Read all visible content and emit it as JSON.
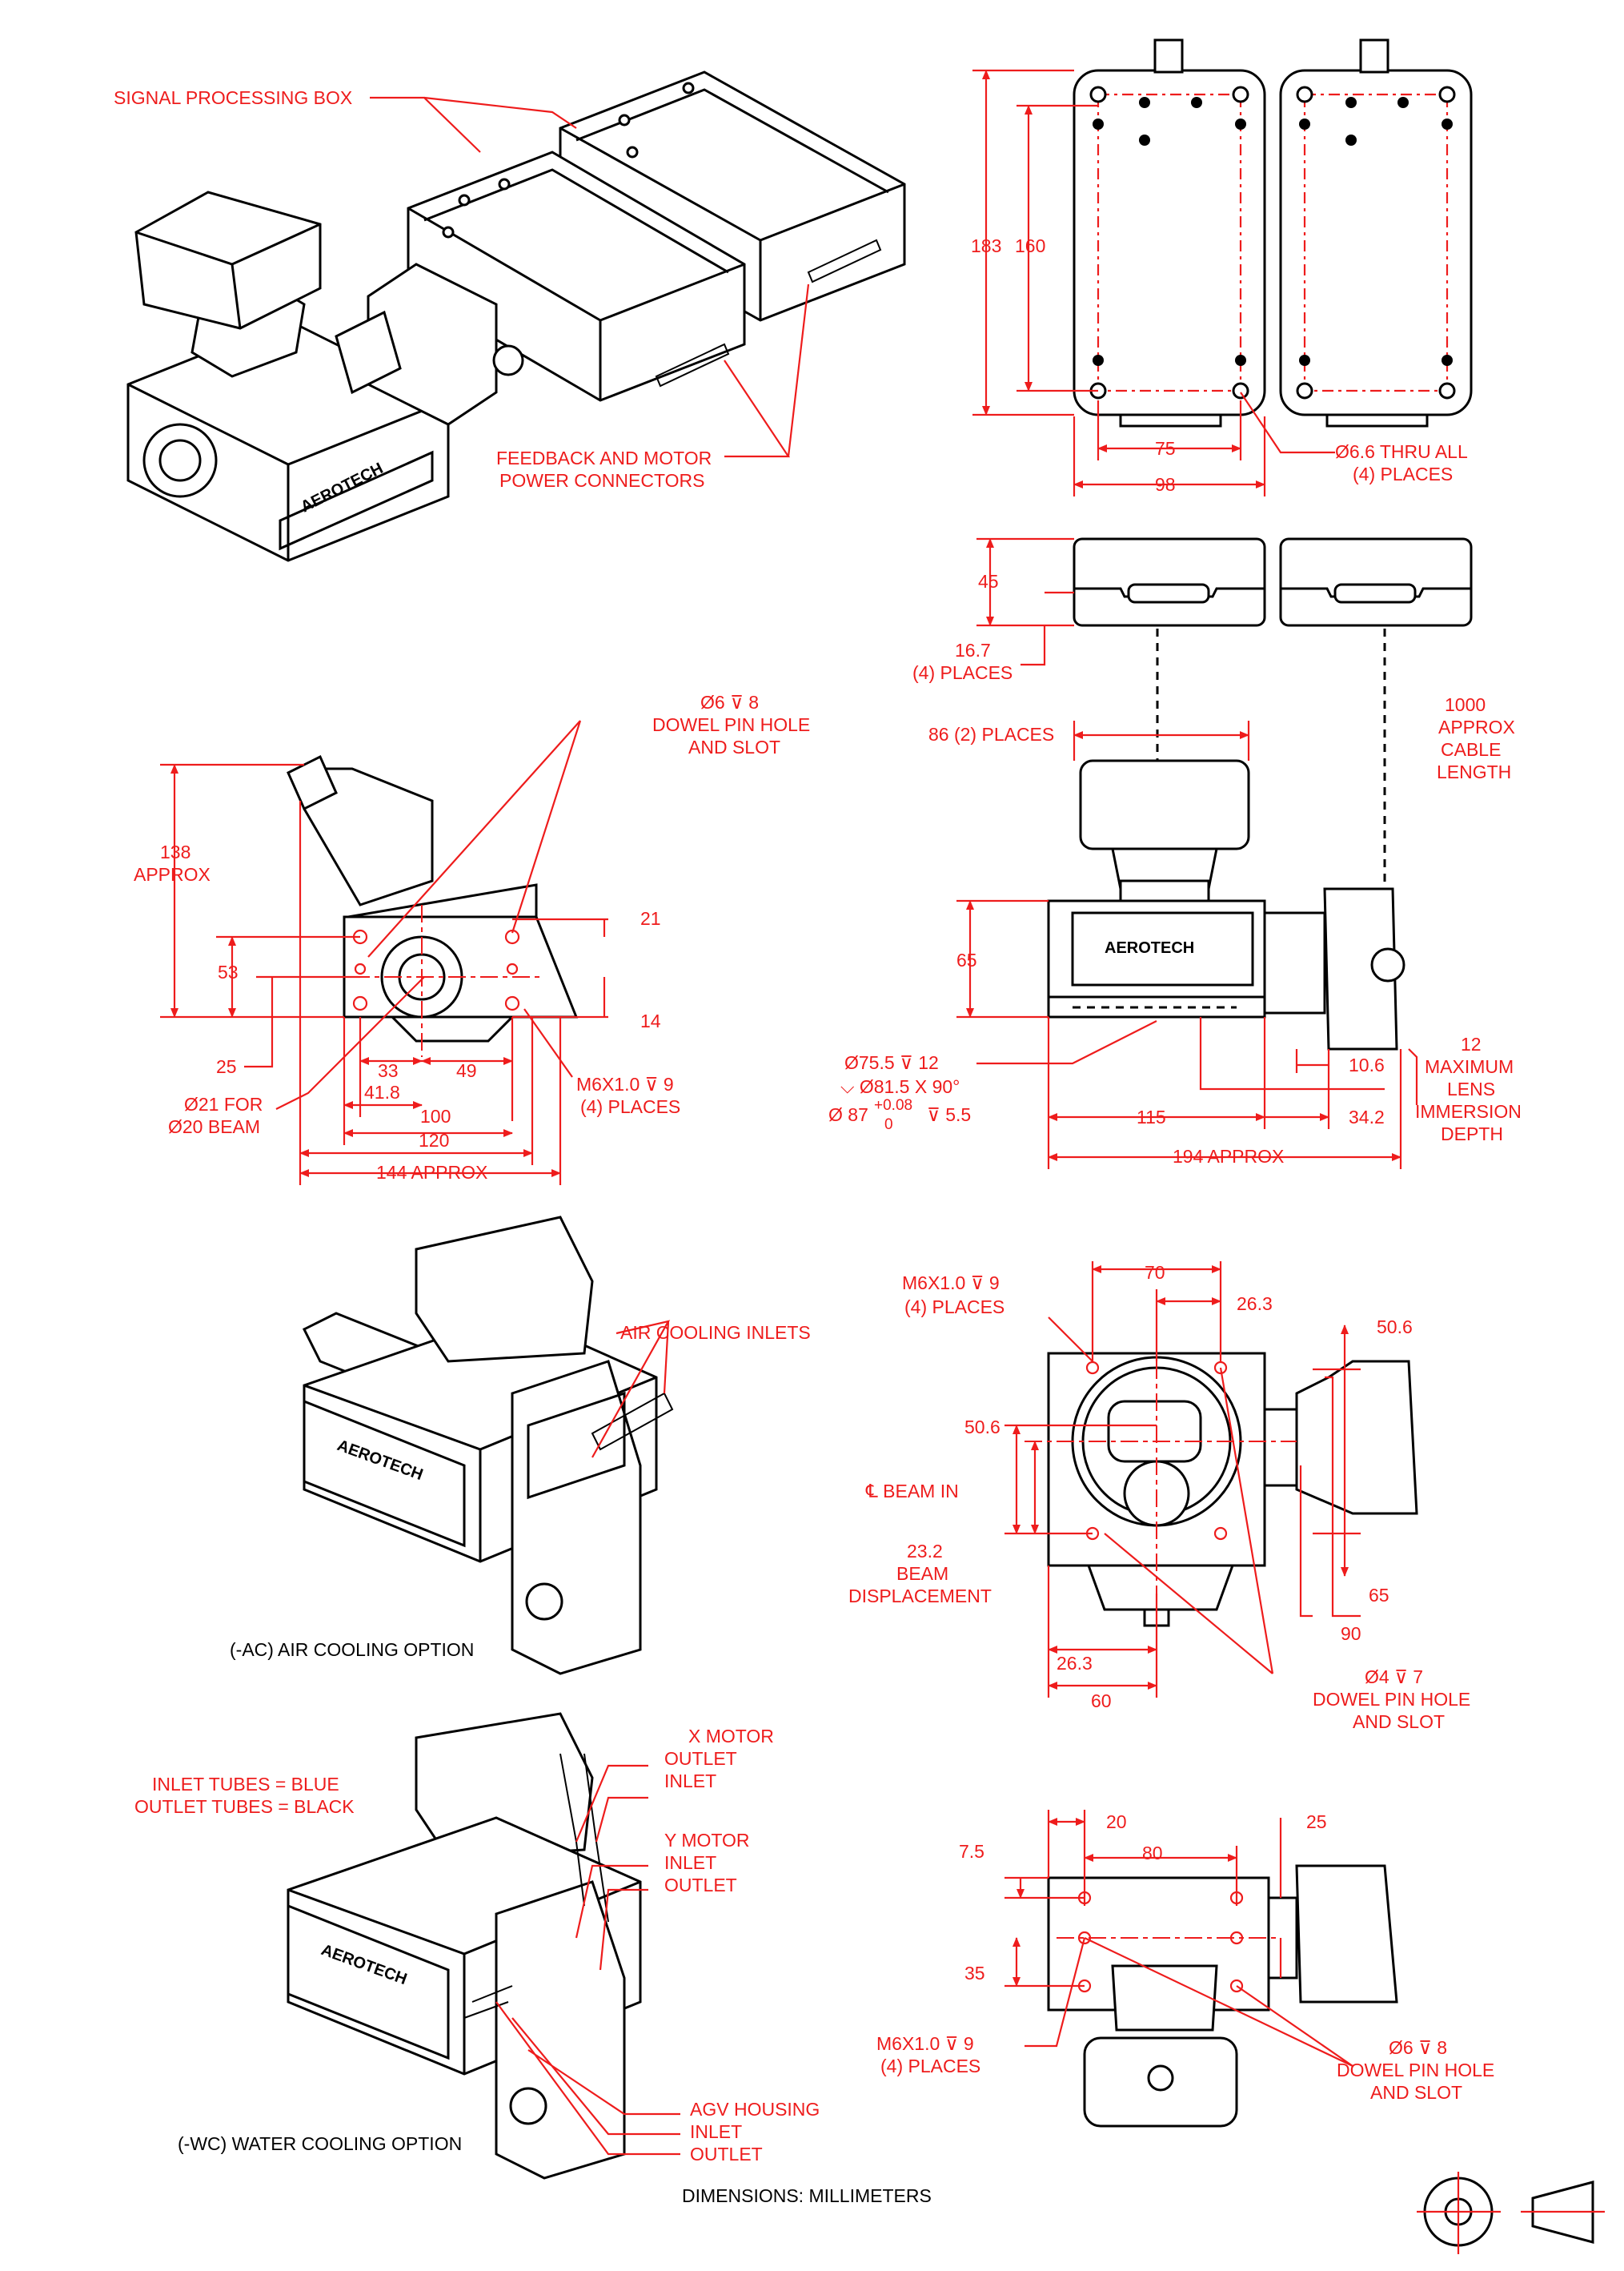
{
  "labels": {
    "signal_processing_box": "SIGNAL PROCESSING BOX",
    "feedback_1": "FEEDBACK AND MOTOR",
    "feedback_2": "POWER CONNECTORS",
    "dim_183": "183",
    "dim_160": "160",
    "dim_75": "75",
    "dim_98": "98",
    "thru_1": "Ø6.6 THRU ALL",
    "thru_2": "(4) PLACES",
    "dim_45": "45",
    "dim_16_7": "16.7",
    "places_4a": "(4) PLACES",
    "dim_86": "86 (2) PLACES",
    "cable_1": "1000",
    "cable_2": "APPROX",
    "cable_3": "CABLE",
    "cable_4": "LENGTH",
    "dowel_a_1": "Ø6 ⊽ 8",
    "dowel_a_2": "DOWEL PIN HOLE",
    "dowel_a_3": "AND SLOT",
    "dim_138a": "138",
    "dim_138b": "APPROX",
    "dim_53": "53",
    "dim_21": "21",
    "dim_14": "14",
    "dim_25a": "25",
    "dim_33": "33",
    "dim_49": "49",
    "dim_41_8": "41.8",
    "dim_100": "100",
    "dim_120": "120",
    "dim_144": "144 APPROX",
    "beam_1": "Ø21 FOR",
    "beam_2": "Ø20 BEAM",
    "m6_a_1": "M6X1.0 ⊽ 9",
    "m6_a_2": "(4) PLACES",
    "dim_65a": "65",
    "bore_1": "Ø75.5 ⊽ 12",
    "bore_2": "⌵ Ø81.5 X 90°",
    "bore_3a": "Ø 87",
    "bore_3b": "+0.08",
    "bore_3c": "0",
    "bore_3d": "⊽ 5.5",
    "dim_115": "115",
    "dim_10_6": "10.6",
    "dim_34_2": "34.2",
    "dim_194": "194 APPROX",
    "lens_1": "12",
    "lens_2": "MAXIMUM",
    "lens_3": "LENS",
    "lens_4": "IMMERSION",
    "lens_5": "DEPTH",
    "air_inlets": "AIR COOLING INLETS",
    "air_option": "(-AC) AIR COOLING OPTION",
    "m6_b_1": "M6X1.0 ⊽ 9",
    "m6_b_2": "(4) PLACES",
    "dim_70": "70",
    "dim_26_3a": "26.3",
    "dim_50_6a": "50.6",
    "dim_50_6b": "50.6",
    "beam_in": "℄ BEAM IN",
    "disp_1": "23.2",
    "disp_2": "BEAM",
    "disp_3": "DISPLACEMENT",
    "dim_65b": "65",
    "dim_90": "90",
    "dim_26_3b": "26.3",
    "dim_60": "60",
    "dowel_b_1": "Ø4 ⊽ 7",
    "dowel_b_2": "DOWEL PIN HOLE",
    "dowel_b_3": "AND SLOT",
    "tubes_1": "INLET TUBES = BLUE",
    "tubes_2": "OUTLET TUBES = BLACK",
    "xm_1": "X MOTOR",
    "xm_2": "OUTLET",
    "xm_3": "INLET",
    "ym_1": "Y MOTOR",
    "ym_2": "INLET",
    "ym_3": "OUTLET",
    "agv_1": "AGV HOUSING",
    "agv_2": "INLET",
    "agv_3": "OUTLET",
    "water_option": "(-WC) WATER COOLING OPTION",
    "dim_20": "20",
    "dim_80": "80",
    "dim_25b": "25",
    "dim_7_5": "7.5",
    "dim_35": "35",
    "m6_c_1": "M6X1.0 ⊽ 9",
    "m6_c_2": "(4) PLACES",
    "dowel_c_1": "Ø6 ⊽ 8",
    "dowel_c_2": "DOWEL PIN HOLE",
    "dowel_c_3": "AND SLOT",
    "units": "DIMENSIONS:  MILLIMETERS",
    "logo": "AEROTECH"
  },
  "colors": {
    "dimension": "#ee1c1c",
    "outline": "#000000"
  }
}
